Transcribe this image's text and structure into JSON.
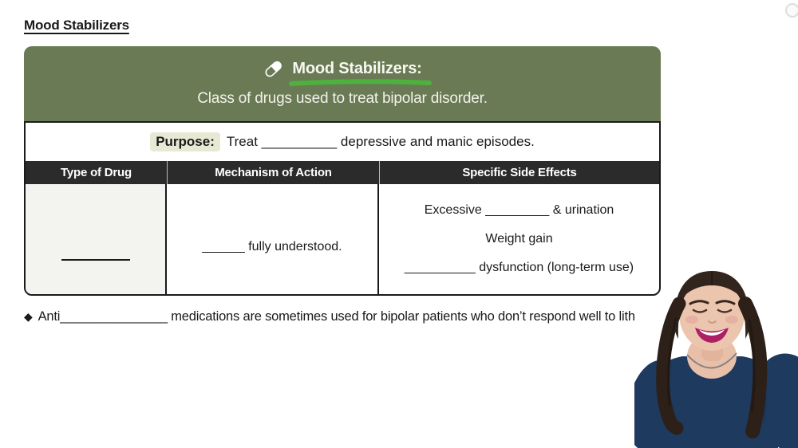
{
  "page": {
    "heading": "Mood Stabilizers"
  },
  "card": {
    "title": "Mood Stabilizers:",
    "subtitle": "Class of drugs used to treat bipolar disorder.",
    "icon": "pill-icon"
  },
  "purpose": {
    "label": "Purpose:",
    "text": "Treat __________ depressive and manic episodes."
  },
  "table": {
    "headers": [
      "Type of Drug",
      "Mechanism of Action",
      "Specific Side Effects"
    ],
    "row": {
      "mechanism": "______ fully understood.",
      "side_effects": [
        "Excessive _________ & urination",
        "Weight gain",
        "__________ dysfunction (long-term use)"
      ]
    }
  },
  "note": {
    "bullet": "◆",
    "text": "Anti_______________ medications are sometimes used for bipolar patients who don’t respond well to lith"
  },
  "colors": {
    "card_green": "#6a7a55",
    "marker_green": "#4cb23d",
    "table_header_dark": "#2b2b2b",
    "purpose_highlight": "#e7e9d4",
    "shirt_navy": "#1e3a5e",
    "lips_magenta": "#ad2063"
  }
}
